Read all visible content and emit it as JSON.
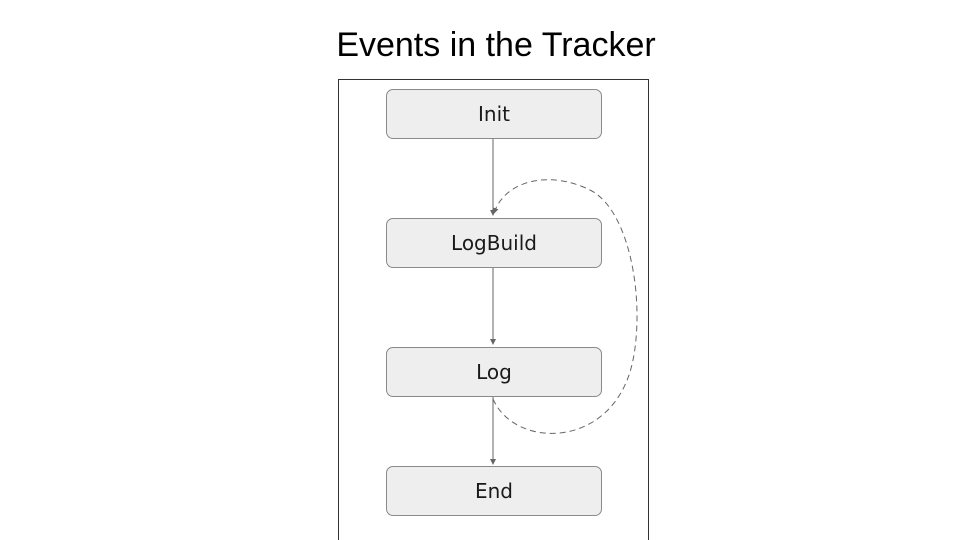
{
  "diagram": {
    "title": "Events in the Tracker",
    "nodes": [
      {
        "id": "init",
        "label": "Init"
      },
      {
        "id": "logbuild",
        "label": "LogBuild"
      },
      {
        "id": "log",
        "label": "Log"
      },
      {
        "id": "end",
        "label": "End"
      }
    ],
    "edges": [
      {
        "from": "init",
        "to": "logbuild",
        "style": "solid"
      },
      {
        "from": "logbuild",
        "to": "log",
        "style": "solid"
      },
      {
        "from": "log",
        "to": "end",
        "style": "solid"
      },
      {
        "from": "log",
        "to": "logbuild",
        "style": "dashed"
      }
    ],
    "colors": {
      "node_fill": "#eeeeee",
      "node_border": "#8a8a8a",
      "edge": "#666666",
      "frame": "#333333"
    }
  }
}
